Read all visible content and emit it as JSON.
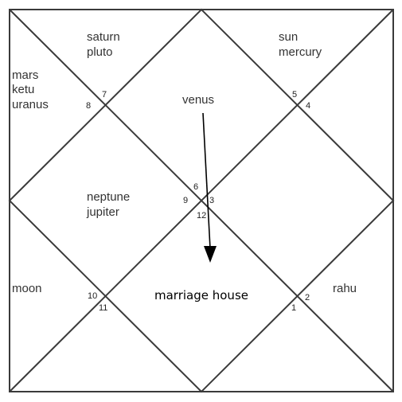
{
  "chart": {
    "houses": {
      "top_left": [
        "saturn",
        "pluto"
      ],
      "top_right": [
        "sun",
        "mercury"
      ],
      "left_top": [
        "mars",
        "ketu",
        "uranus"
      ],
      "top_center": [
        "venus"
      ],
      "left_center": [
        "neptune",
        "jupiter"
      ],
      "bottom_left": [
        "moon"
      ],
      "right_bottom": [
        "rahu"
      ]
    },
    "numbers": {
      "n1": "1",
      "n2": "2",
      "n3": "3",
      "n4": "4",
      "n5": "5",
      "n6": "6",
      "n7": "7",
      "n8": "8",
      "n9": "9",
      "n10": "10",
      "n11": "11",
      "n12": "12"
    },
    "annotation": "marriage house",
    "line_color": "#3a3a3a"
  }
}
